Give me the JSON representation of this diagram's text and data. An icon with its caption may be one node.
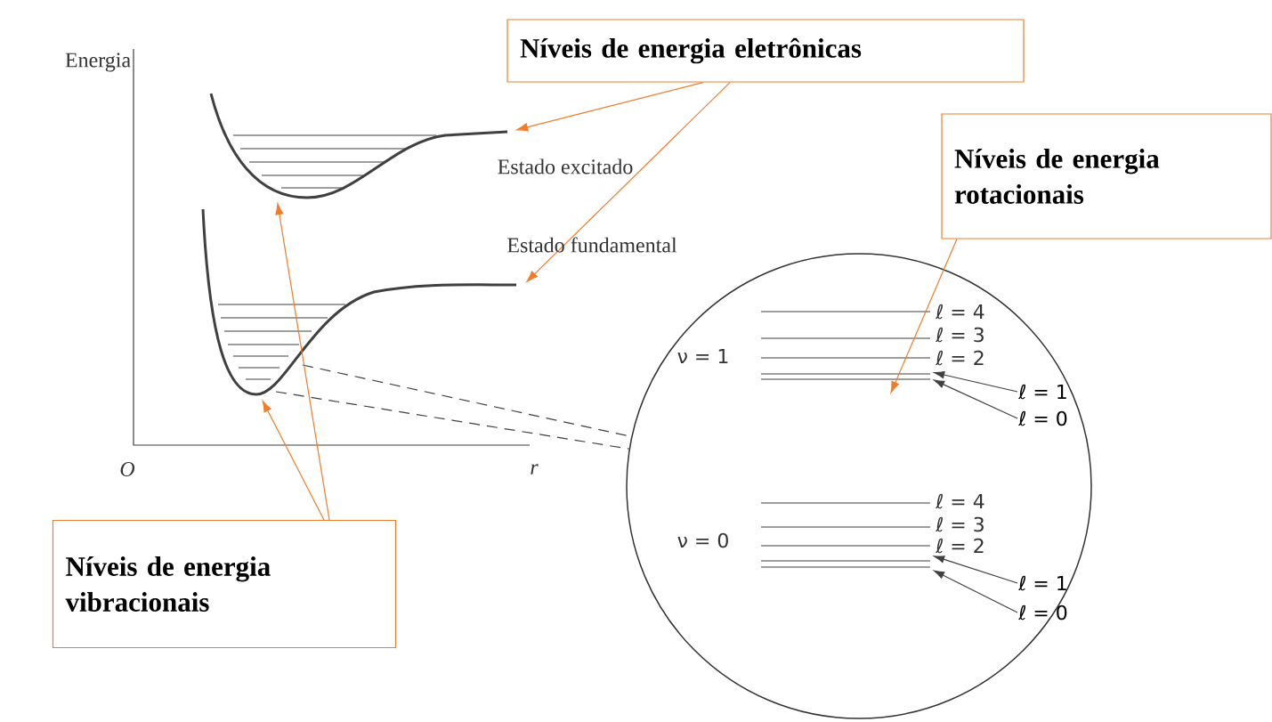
{
  "diagram": {
    "nodes": [
      {
        "text": [
          "Níveis de energia eletrônicas"
        ]
      },
      {
        "text": [
          "Níveis de energia rotacionais"
        ]
      },
      {
        "text": [],
        "shape": "picture",
        "beside": [
          "Estado excitado"
        ]
      },
      {
        "text": [],
        "shape": "picture",
        "beside": [
          "Estado fundamental"
        ]
      },
      {
        "text": [],
        "shape": "circle"
      },
      {
        "text": [],
        "shape": "picture",
        "in": 4,
        "beside": [
          "ℓ = 4",
          "ℓ = 3",
          "ν = 1",
          "ℓ = 2"
        ]
      },
      {
        "text": [
          "ℓ = 1"
        ],
        "in": 4
      },
      {
        "text": [
          "ℓ = 0"
        ],
        "in": 4
      },
      {
        "text": [],
        "shape": "picture",
        "in": 4,
        "beside": [
          "ℓ = 4",
          "ℓ = 3",
          "ν = 0",
          "ℓ = 2"
        ]
      },
      {
        "text": [
          "ℓ = 1"
        ],
        "in": 4
      },
      {
        "text": [
          "ℓ = 0"
        ],
        "in": 4
      },
      {
        "text": [
          "Níveis de energia vibracionais"
        ]
      }
    ],
    "edges": [
      {
        "from": 0,
        "to": 2,
        "arrow": "to",
        "color": "#f07c2c"
      },
      {
        "from": 0,
        "to": 3,
        "arrow": "to",
        "color": "#f07c2c"
      },
      {
        "from": 1,
        "to": 5,
        "arrow": "to",
        "color": "#f07c2c"
      },
      {
        "from": 3,
        "to": 4,
        "arrow": "none",
        "style": "dashed"
      },
      {
        "from": 3,
        "to": 4,
        "arrow": "none",
        "style": "dashed"
      },
      {
        "from": 6,
        "to": 5,
        "arrow": "to"
      },
      {
        "from": 7,
        "to": 5,
        "arrow": "to"
      },
      {
        "from": 9,
        "to": 8,
        "arrow": "to"
      },
      {
        "from": 10,
        "to": 8,
        "arrow": "to"
      },
      {
        "from": 11,
        "to": 2,
        "arrow": "to",
        "color": "#f07c2c"
      },
      {
        "from": 11,
        "to": 3,
        "arrow": "to",
        "color": "#f07c2c"
      }
    ],
    "labels": [
      "Energia",
      "O",
      "r"
    ]
  }
}
